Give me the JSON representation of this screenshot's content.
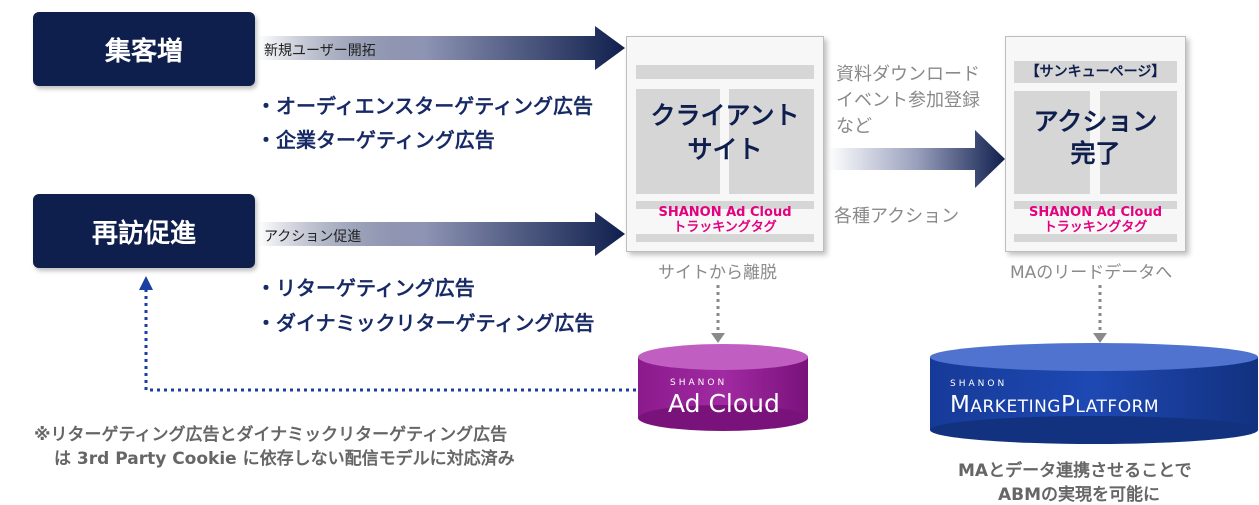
{
  "left": {
    "box_acquire": "集客増",
    "box_revisit": "再訪促進",
    "flow_new_users": "新規ユーザー開拓",
    "flow_action": "アクション促進",
    "bullets_top": [
      "・オーディエンスターゲティング広告",
      "・企業ターゲティング広告"
    ],
    "bullets_bottom": [
      "・リターゲティング広告",
      "・ダイナミックリターゲティング広告"
    ],
    "note_line1": "※リターゲティング広告とダイナミックリターゲティング広告",
    "note_line2": "は 3rd Party Cookie に依存しない配信モデルに対応済み"
  },
  "client_site": {
    "title_line1": "クライアント",
    "title_line2": "サイト",
    "tag_line1": "SHANON Ad Cloud",
    "tag_line2": "トラッキングタグ",
    "caption": "サイトから離脱"
  },
  "middle": {
    "text_line1": "資料ダウンロード",
    "text_line2": "イベント参加登録",
    "text_line3": "など",
    "various_actions": "各種アクション"
  },
  "thanks_page": {
    "header": "【サンキューページ】",
    "title_line1": "アクション",
    "title_line2": "完了",
    "tag_line1": "SHANON Ad Cloud",
    "tag_line2": "トラッキングタグ",
    "caption": "MAのリードデータへ"
  },
  "ad_cloud": {
    "small": "SHANON",
    "big": "Ad Cloud"
  },
  "mp": {
    "small": "SHANON",
    "big_part1": "M",
    "big_part2": "ARKETING",
    "big_part3": "P",
    "big_part4": "LATFORM",
    "caption_line1": "MAとデータ連携させることで",
    "caption_line2": "ABMの実現を可能に"
  },
  "colors": {
    "navy": "#0f1f4d",
    "pink": "#e4007f",
    "purple": "#8b1a8c",
    "blue": "#1a3fa0"
  }
}
